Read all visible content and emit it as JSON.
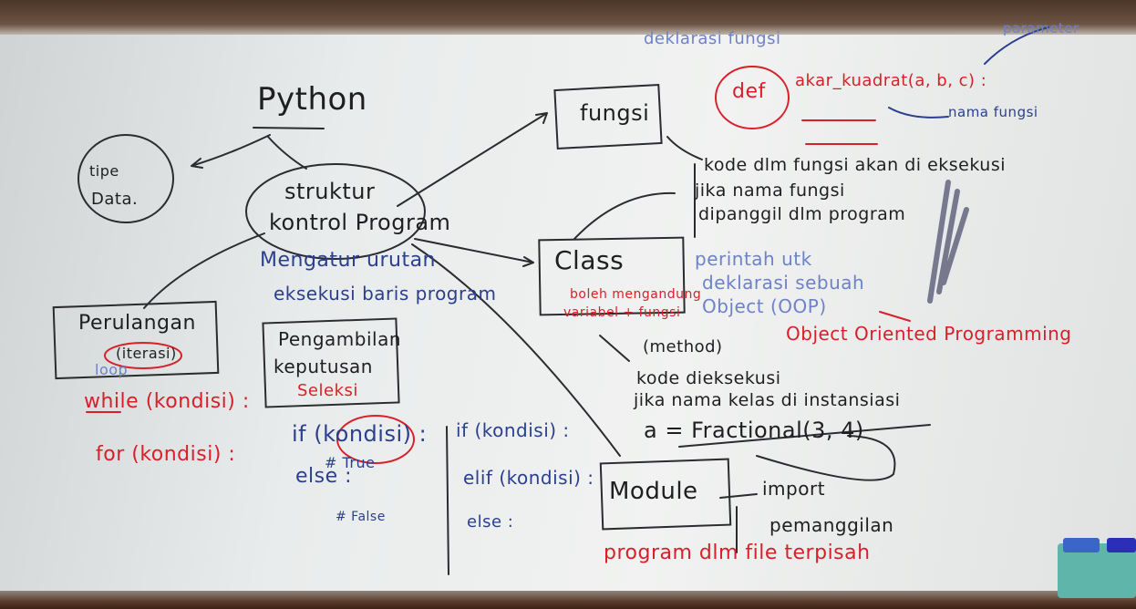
{
  "board": {
    "title": "Python",
    "tipe_data": [
      "tipe",
      "Data."
    ],
    "struktur": [
      "struktur",
      "kontrol Program"
    ],
    "struktur_note": [
      "Mengatur urutan",
      "eksekusi baris program"
    ],
    "perulangan": [
      "Perulangan",
      "(iterasi)",
      "loop"
    ],
    "while_line": "while (kondisi) :",
    "for_line": "for (kondisi) :",
    "pengambilan": [
      "Pengambilan",
      "keputusan",
      "Seleksi"
    ],
    "if_line": "if (kondisi) :",
    "true_note": "# True",
    "else_line": "else :",
    "false_note": "# False",
    "if2_line": "if (kondisi) :",
    "elif_line": "elif (kondisi) :",
    "else2_line": "else :",
    "fungsi_box": "fungsi",
    "deklarasi_fungsi": "deklarasi fungsi",
    "parameter": "parameter",
    "def_word": "def",
    "def_signature": "akar_kuadrat(a, b, c) :",
    "nama_fungsi": "nama fungsi",
    "fungsi_note": [
      "kode dlm fungsi akan di eksekusi",
      "jika nama fungsi",
      "dipanggil dlm program"
    ],
    "class_box": "Class",
    "class_note": [
      "boleh mengandung",
      "variabel + fungsi",
      "(method)"
    ],
    "class_desc": [
      "perintah utk",
      "deklarasi sebuah",
      "Object (OOP)"
    ],
    "oop_full": "Object Oriented Programming",
    "instansiasi": [
      "kode dieksekusi",
      "jika nama kelas di instansiasi"
    ],
    "fraction_line": "a = Fractional(3, 4)",
    "module_box": "Module",
    "import_note": "import",
    "pemanggilan": "pemanggilan",
    "module_note": "program dlm file terpisah"
  },
  "colors": {
    "black_marker": "#1f1f22",
    "blue_marker": "#2a3f8f",
    "red_marker": "#d8202a",
    "board": "#eceeed"
  }
}
